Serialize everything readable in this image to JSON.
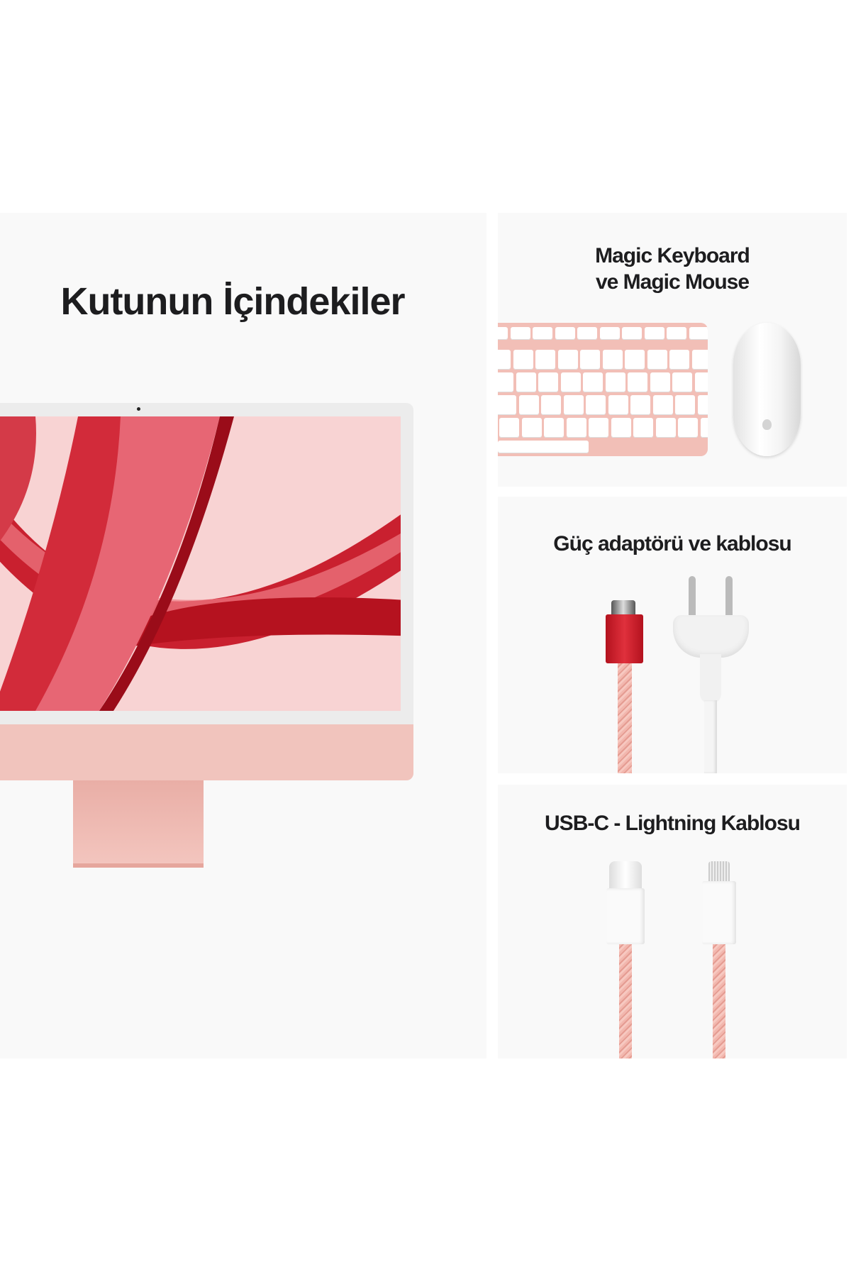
{
  "main": {
    "title": "Kutunun İçindekiler"
  },
  "keyboard_panel": {
    "title_line1": "Magic Keyboard",
    "title_line2": "ve Magic Mouse"
  },
  "power_panel": {
    "title": "Güç adaptörü ve kablosu"
  },
  "cable_panel": {
    "title": "USB-C - Lightning Kablosu"
  },
  "colors": {
    "accent": "#f4c4bd",
    "screen_red": "#c8102e",
    "background": "#f9f9f9"
  }
}
